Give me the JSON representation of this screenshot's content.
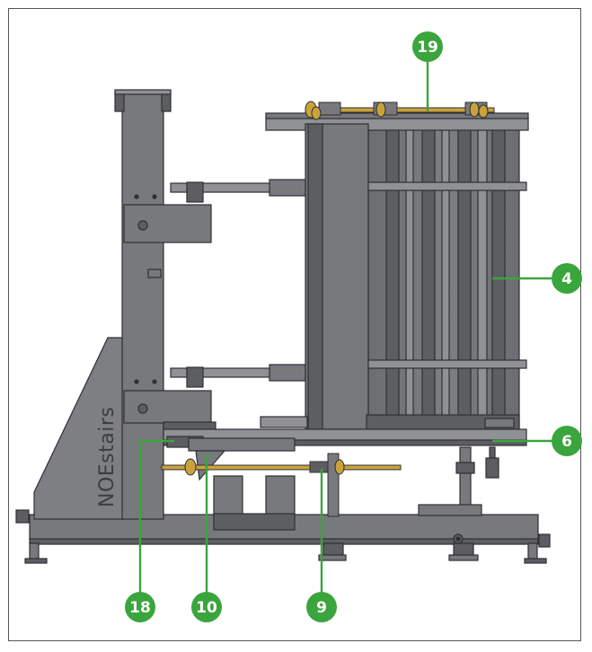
{
  "brand": {
    "text": "NOEstairs"
  },
  "colors": {
    "steel": "#77797c",
    "steel_dark": "#5c5e61",
    "steel_light": "#8f9195",
    "outline": "#2f3033",
    "brass": "#c9a23c",
    "callout": "#3aa53d"
  },
  "callouts": [
    {
      "id": "19",
      "label": "19"
    },
    {
      "id": "4",
      "label": "4"
    },
    {
      "id": "6",
      "label": "6"
    },
    {
      "id": "18",
      "label": "18"
    },
    {
      "id": "10",
      "label": "10"
    },
    {
      "id": "9",
      "label": "9"
    }
  ]
}
